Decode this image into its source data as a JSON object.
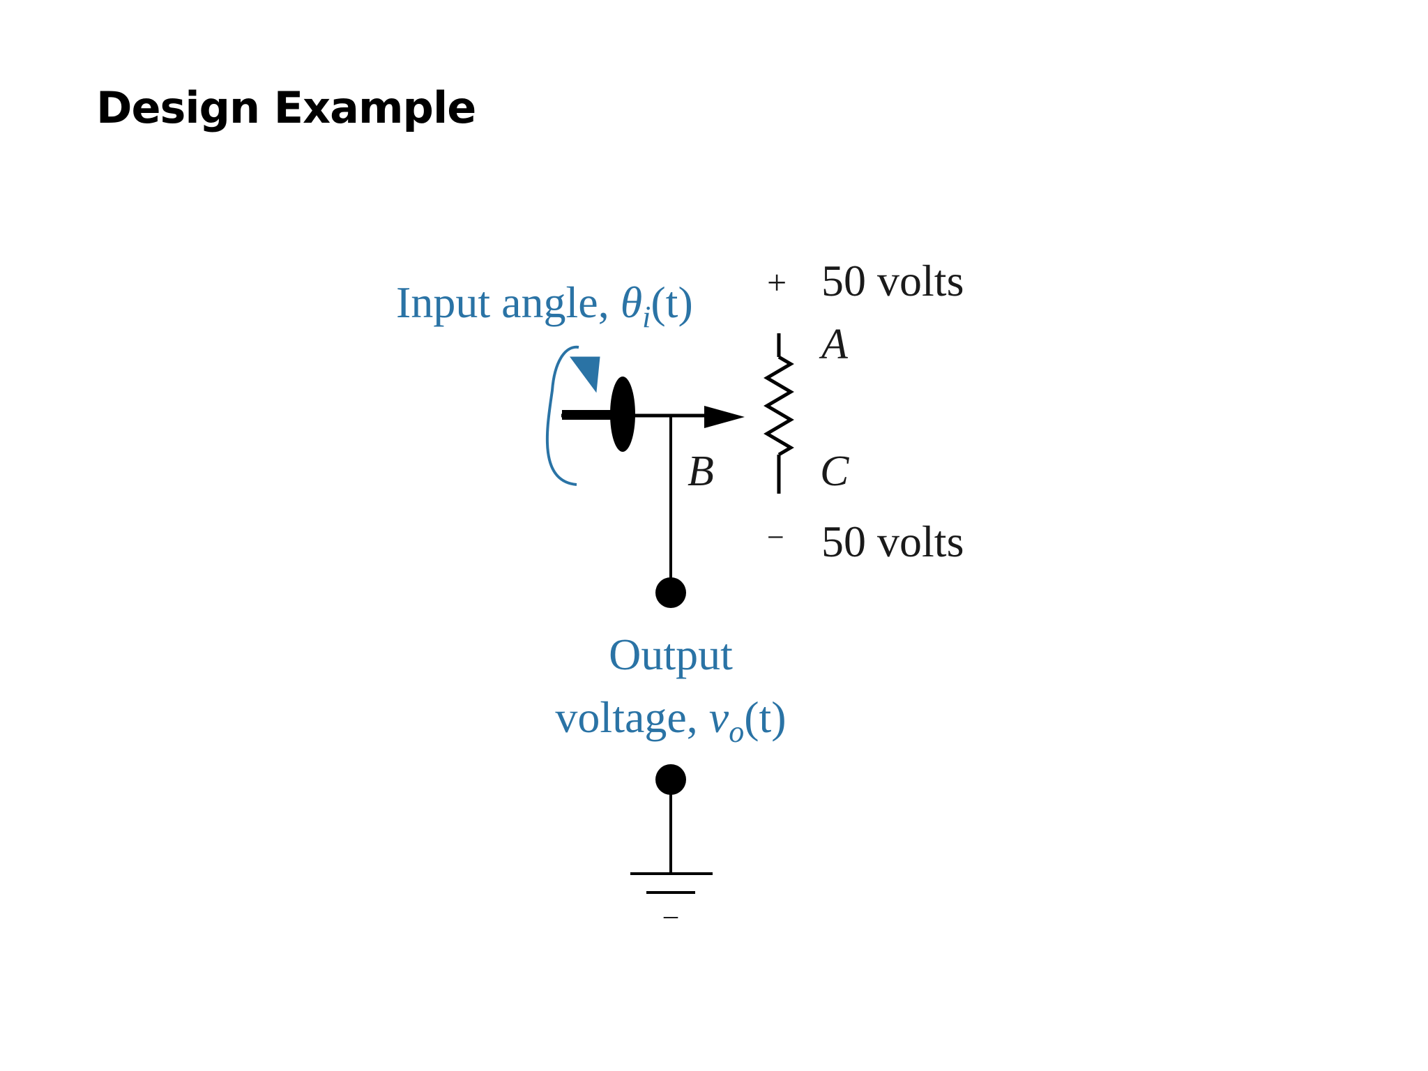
{
  "slide": {
    "title": "Design Example"
  },
  "diagram": {
    "input_label": {
      "prefix": "Input angle, ",
      "symbol": "θ",
      "subscript": "i",
      "arg": "(t)"
    },
    "output_label": {
      "line1": "Output",
      "line2_prefix": "voltage, ",
      "symbol": "v",
      "subscript": "o",
      "arg": "(t)"
    },
    "top_terminal": {
      "sign": "+",
      "voltage": "50 volts"
    },
    "bottom_terminal": {
      "sign": "−",
      "voltage": "50 volts"
    },
    "node_labels": {
      "a": "A",
      "b": "B",
      "c": "C"
    },
    "ground_mark": "_",
    "colors": {
      "label_blue": "#2a73a5",
      "line": "#000000",
      "text": "#1a1a1a"
    }
  }
}
